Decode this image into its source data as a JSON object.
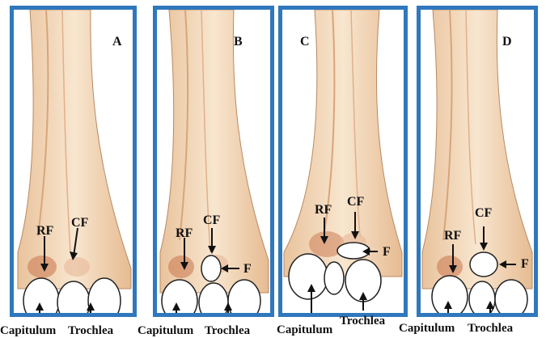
{
  "figure": {
    "colors": {
      "frame": "#2f78bd",
      "bone": "#f5dcc0",
      "shade": "#c9744a",
      "red": "#c0392b"
    },
    "panels": [
      {
        "id": "A",
        "letter": "A",
        "labels": {
          "rf": "RF",
          "cf": "CF"
        }
      },
      {
        "id": "B",
        "letter": "B",
        "labels": {
          "rf": "RF",
          "cf": "CF",
          "f": "F"
        }
      },
      {
        "id": "C",
        "letter": "C",
        "labels": {
          "rf": "RF",
          "cf": "CF",
          "f": "F"
        }
      },
      {
        "id": "D",
        "letter": "D",
        "labels": {
          "rf": "RF",
          "cf": "CF",
          "f": "F"
        }
      }
    ],
    "captions": [
      {
        "capitulum": "Capitulum",
        "trochlea": "Trochlea"
      },
      {
        "capitulum": "Capitulum",
        "trochlea": "Trochlea"
      },
      {
        "capitulum": "Capitulum",
        "trochlea": "Trochlea"
      },
      {
        "capitulum": "Capitulum",
        "trochlea": "Trochlea"
      }
    ]
  }
}
